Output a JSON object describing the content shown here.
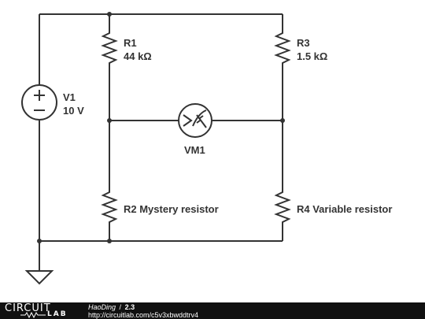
{
  "components": {
    "V1": {
      "name": "V1",
      "value": "10 V"
    },
    "R1": {
      "name": "R1",
      "value": "44 kΩ"
    },
    "R3": {
      "name": "R3",
      "value": "1.5 kΩ"
    },
    "R2": {
      "label": "R2 Mystery resistor"
    },
    "R4": {
      "label": "R4 Variable resistor"
    },
    "VM1": {
      "name": "VM1"
    }
  },
  "footer": {
    "logo_top": "CIRCUIT",
    "logo_bottom": "LAB",
    "author": "HaoDing",
    "separator": "/",
    "version": "2.3",
    "url": "http://circuitlab.com/c5v3xbwddtrv4"
  }
}
